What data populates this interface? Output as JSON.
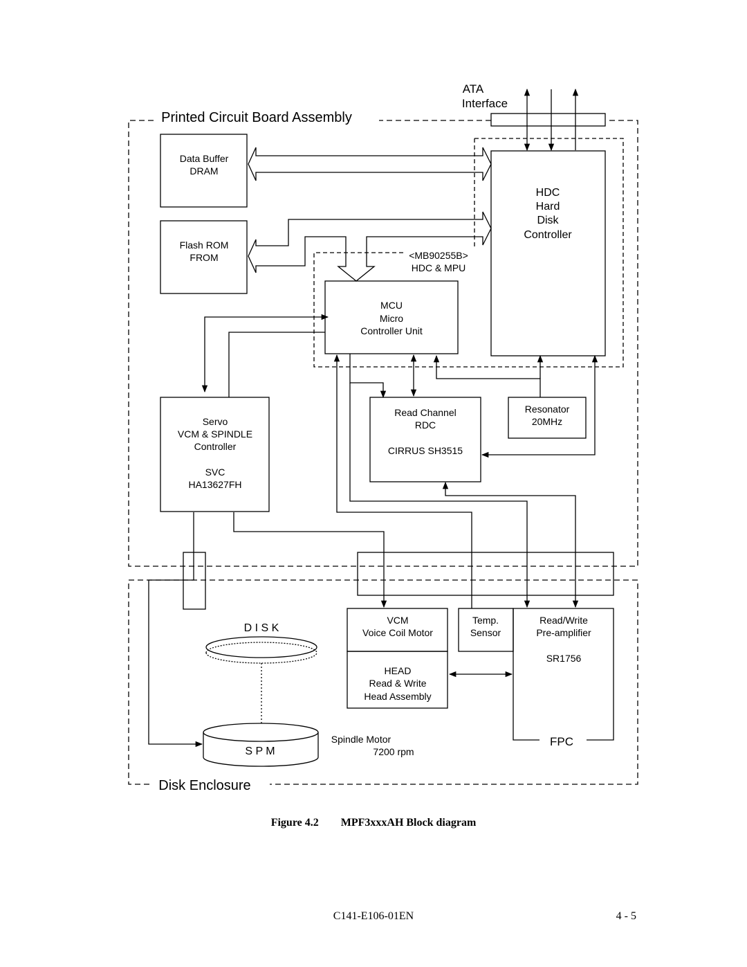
{
  "interface": {
    "title": "ATA",
    "subtitle": "Interface"
  },
  "sections": {
    "pcba": "Printed Circuit Board Assembly",
    "enclosure": "Disk Enclosure"
  },
  "blocks": {
    "dram": [
      "Data Buffer",
      "DRAM"
    ],
    "flash": [
      "Flash ROM",
      "FROM"
    ],
    "hdc": [
      "HDC",
      "Hard",
      "Disk",
      "Controller"
    ],
    "mb_label": [
      "<MB90255B>",
      "HDC & MPU"
    ],
    "mcu": [
      "MCU",
      "Micro",
      "Controller Unit"
    ],
    "servo": [
      "Servo",
      "VCM & SPINDLE",
      "Controller",
      "",
      "SVC",
      "HA13627FH"
    ],
    "read_channel": [
      "Read Channel",
      "RDC",
      "",
      "CIRRUS SH3515"
    ],
    "resonator": [
      "Resonator",
      "20MHz"
    ],
    "vcm": [
      "VCM",
      "Voice Coil Motor"
    ],
    "head": [
      "HEAD",
      "Read & Write",
      "Head Assembly"
    ],
    "temp": [
      "Temp.",
      "Sensor"
    ],
    "preamp": [
      "Read/Write",
      "Pre-amplifier",
      "",
      "SR1756"
    ],
    "fpc": "FPC",
    "disk": "D I S K",
    "spm": "S P M",
    "spindle": [
      "Spindle Motor",
      "7200 rpm"
    ]
  },
  "caption": {
    "figure": "Figure 4.2",
    "title": "MPF3xxxAH Block diagram"
  },
  "footer": {
    "doc_id": "C141-E106-01EN",
    "page": "4 - 5"
  }
}
